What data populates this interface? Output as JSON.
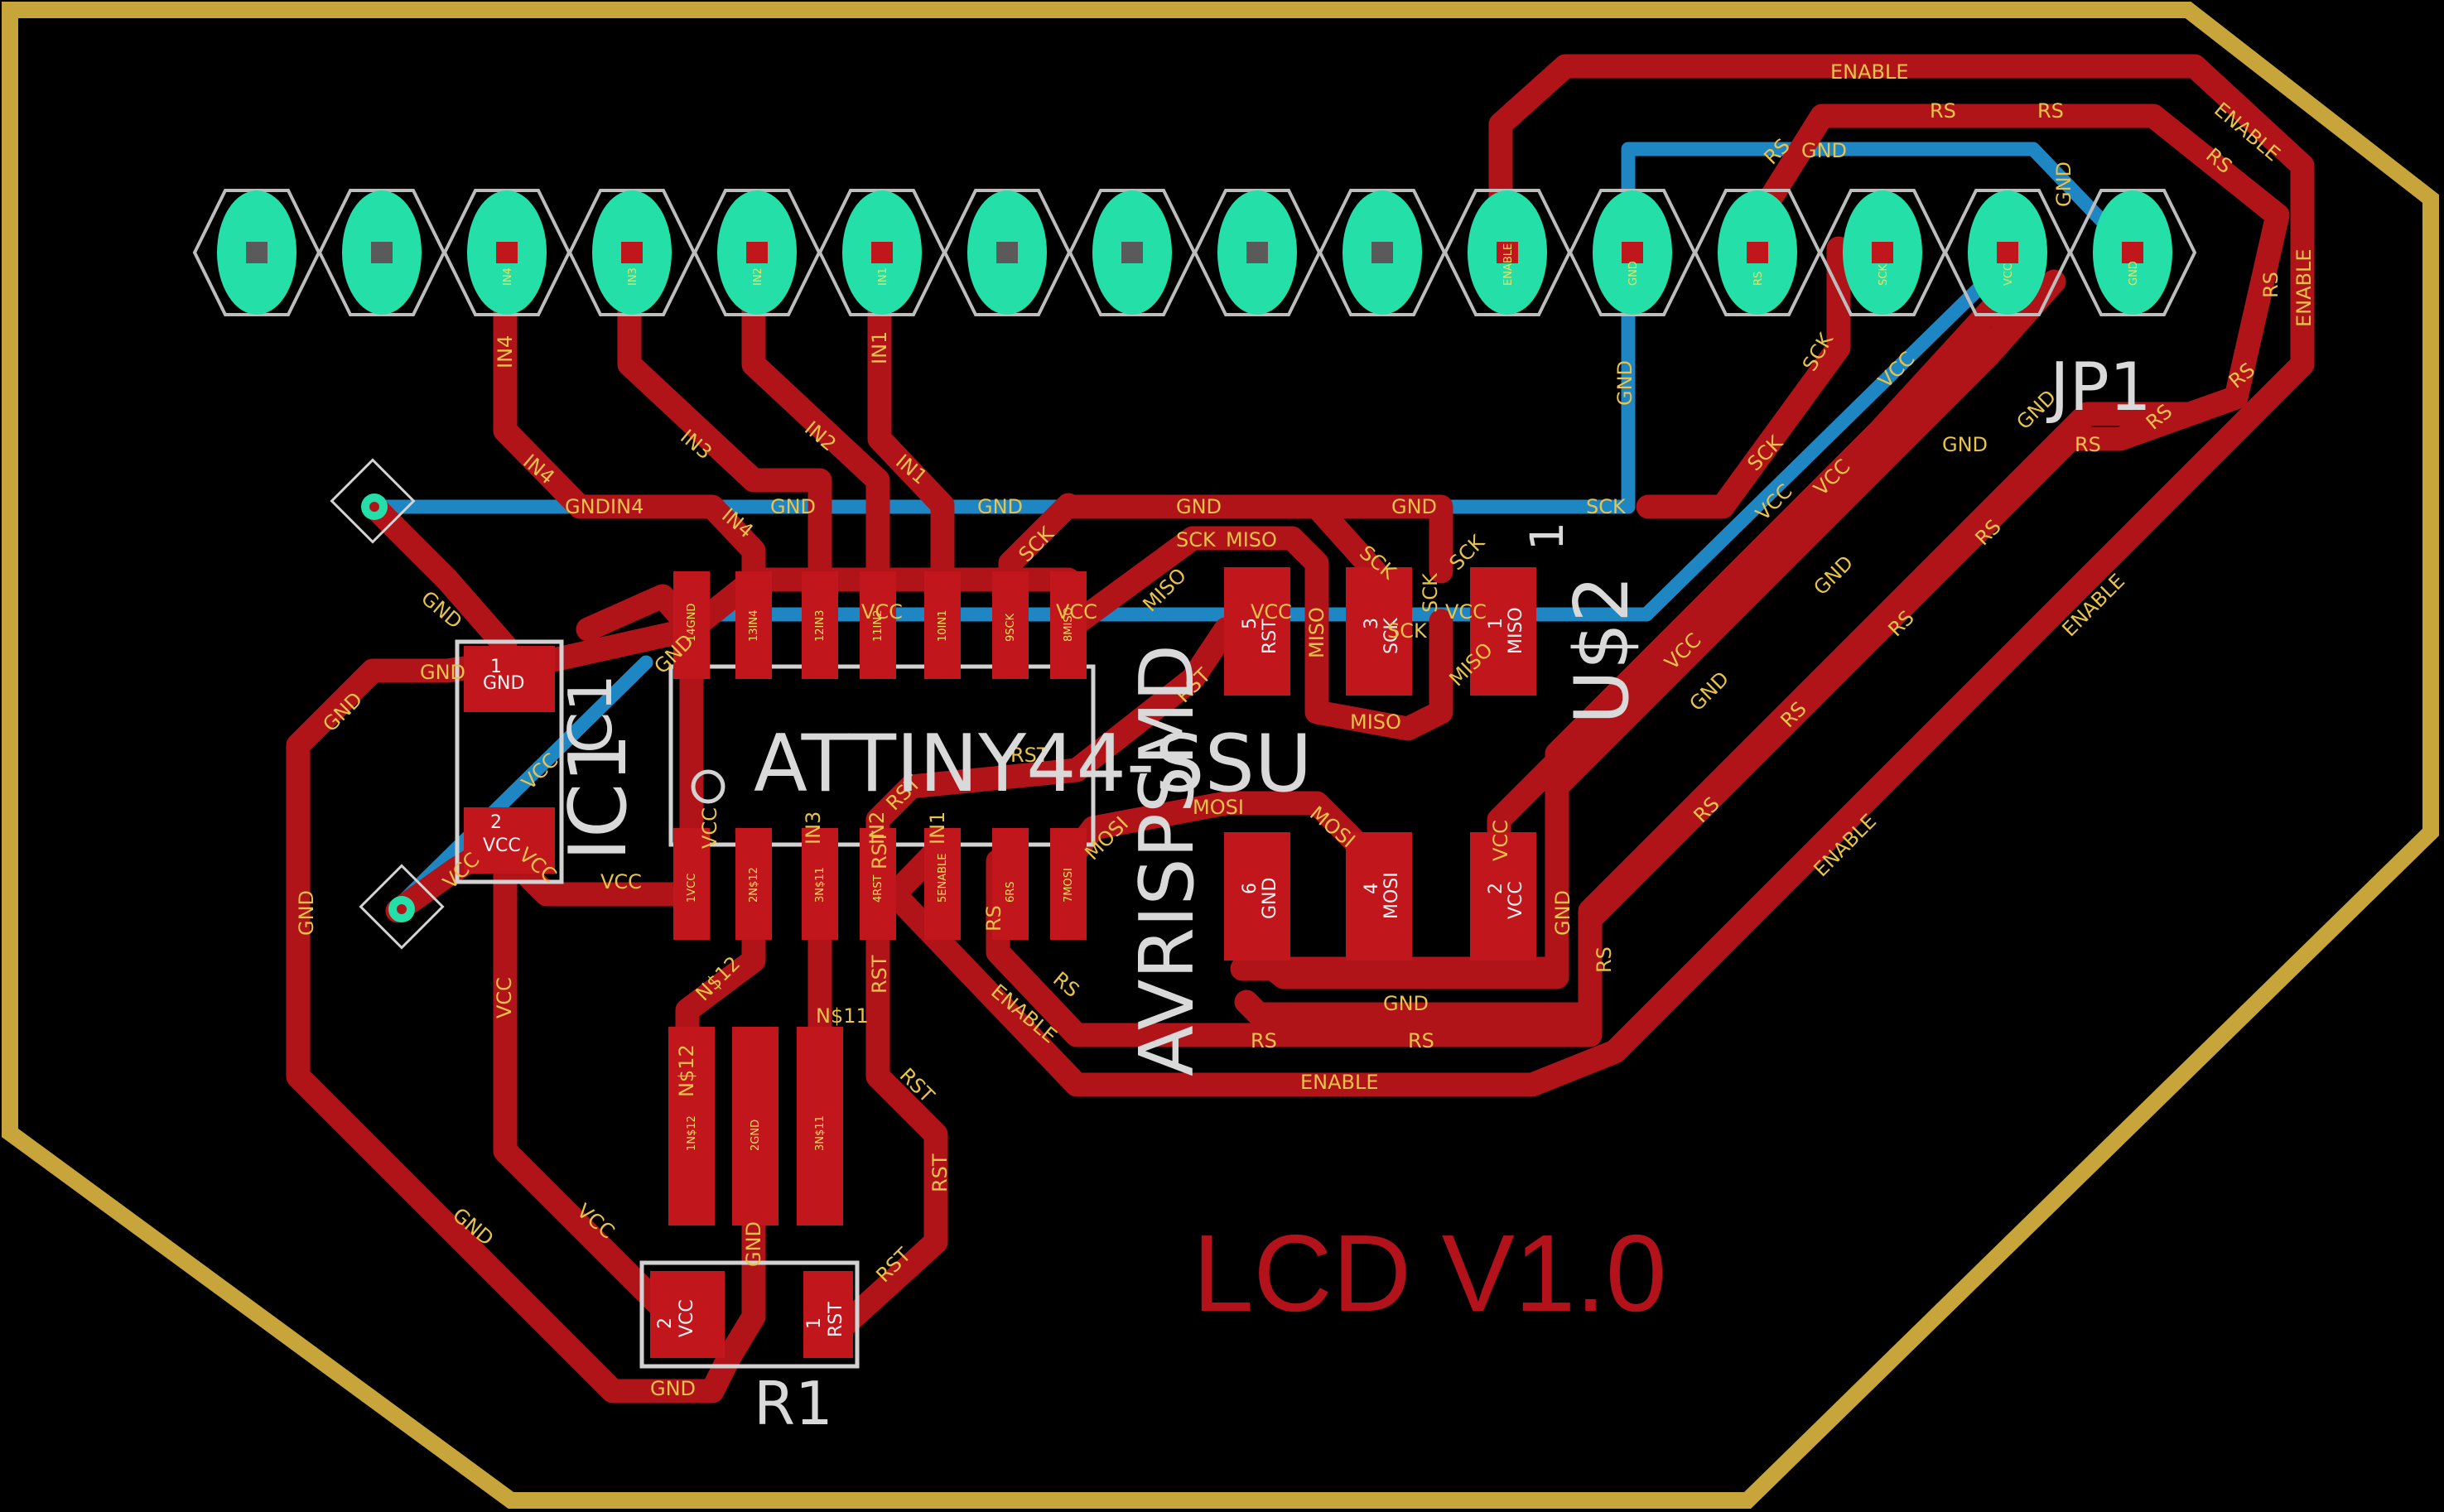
{
  "board": {
    "title": "LCD V1.0",
    "colors": {
      "background": "#000000",
      "outline": "#c8a53a",
      "top_copper": "#b01418",
      "bottom_copper": "#1f86c4",
      "pad": "#24e0a8",
      "silkscreen": "#d2d2d2"
    }
  },
  "parts": {
    "ic1_name": "IC1",
    "ic1_value": "ATTINY44-SSU",
    "c1_name": "C1",
    "r1_name": "R1",
    "jp1_name": "JP1",
    "u2_name": "U$2",
    "u2_value": "AVRISPSMD",
    "u2_pin1_marker": "1"
  },
  "pads": {
    "c1": [
      {
        "num": "1",
        "net": "GND"
      },
      {
        "num": "2",
        "net": "VCC"
      }
    ],
    "u2": [
      {
        "num": "5",
        "net": "RST"
      },
      {
        "num": "3",
        "net": "SCK"
      },
      {
        "num": "1",
        "net": "MISO"
      },
      {
        "num": "6",
        "net": "GND"
      },
      {
        "num": "4",
        "net": "MOSI"
      },
      {
        "num": "2",
        "net": "VCC"
      }
    ],
    "r1": [
      {
        "num": "2",
        "net": "VCC"
      },
      {
        "num": "1",
        "net": "RST"
      }
    ],
    "ic1_top": [
      "14GND",
      "13IN4",
      "12IN3",
      "11IN2",
      "10IN1",
      "9SCK",
      "8MISO"
    ],
    "ic1_bottom": [
      "1VCC",
      "2N$12",
      "3N$11",
      "4RST",
      "5ENABLE",
      "6RS",
      "7MOSI"
    ],
    "resonator": [
      "1N$12",
      "2GND",
      "3N$11"
    ],
    "jp1": [
      "",
      "",
      "IN4",
      "IN3",
      "IN2",
      "IN1",
      "",
      "",
      "",
      "",
      "ENABLE",
      "GND",
      "RS",
      "SCK",
      "VCC",
      "GND"
    ]
  },
  "nets": {
    "gnd": "GND",
    "vcc": "VCC",
    "rst": "RST",
    "rs": "RS",
    "enable": "ENABLE",
    "sck": "SCK",
    "miso": "MISO",
    "mosi": "MOSI",
    "in1": "IN1",
    "in2": "IN2",
    "in3": "IN3",
    "in4": "IN4",
    "n12": "N$12",
    "n11": "N$11",
    "gndin4": "GNDIN4"
  }
}
